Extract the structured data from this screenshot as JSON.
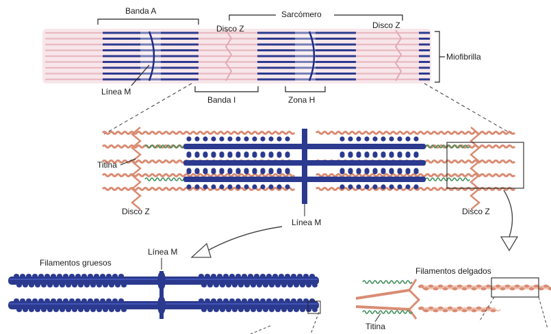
{
  "labels": {
    "banda_a": "Banda A",
    "sarcomero": "Sarcómero",
    "disco_z_top_left": "Disco Z",
    "disco_z_top_right": "Disco Z",
    "miofibrilla": "Miofibrilla",
    "linea_m_top": "Línea M",
    "banda_i": "Banda I",
    "zona_h": "Zona H",
    "titina_mid": "Titina",
    "disco_z_mid_left": "Disco Z",
    "disco_z_mid_right": "Disco Z",
    "linea_m_mid": "Línea M",
    "linea_m_bottom": "Línea M",
    "filamentos_gruesos": "Filamentos gruesos",
    "filamentos_delgados": "Filamentos delgados",
    "titina_bottom": "Titina"
  },
  "colors": {
    "thick": "#2b3a8f",
    "thick_light": "#4a5ec4",
    "thin": "#d98c73",
    "thin_light": "#efc2b0",
    "titin": "#3f8f5a",
    "myofibril_pink": "#e9b9c1",
    "outline": "#222222"
  }
}
